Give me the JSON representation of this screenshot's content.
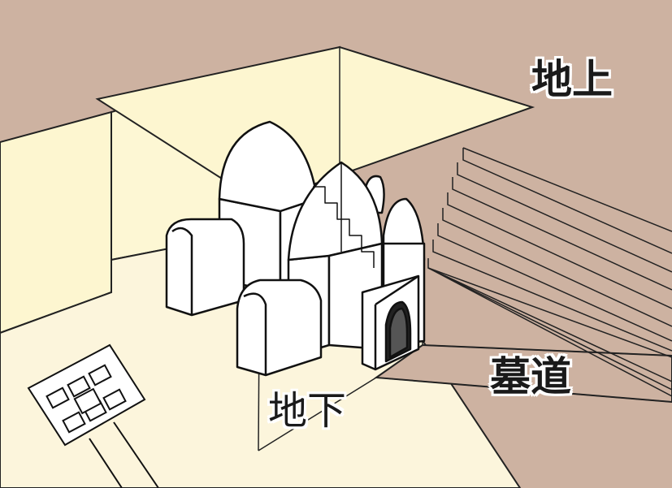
{
  "labels": {
    "above_ground": "地上",
    "underground": "地下",
    "tomb_passage": "墓道"
  },
  "colors": {
    "earth": "#cdb2a1",
    "pit_wall": "#fdf6d0",
    "pit_floor": "#fcf5dc",
    "structure": "#ffffff",
    "ink": "#111111"
  }
}
